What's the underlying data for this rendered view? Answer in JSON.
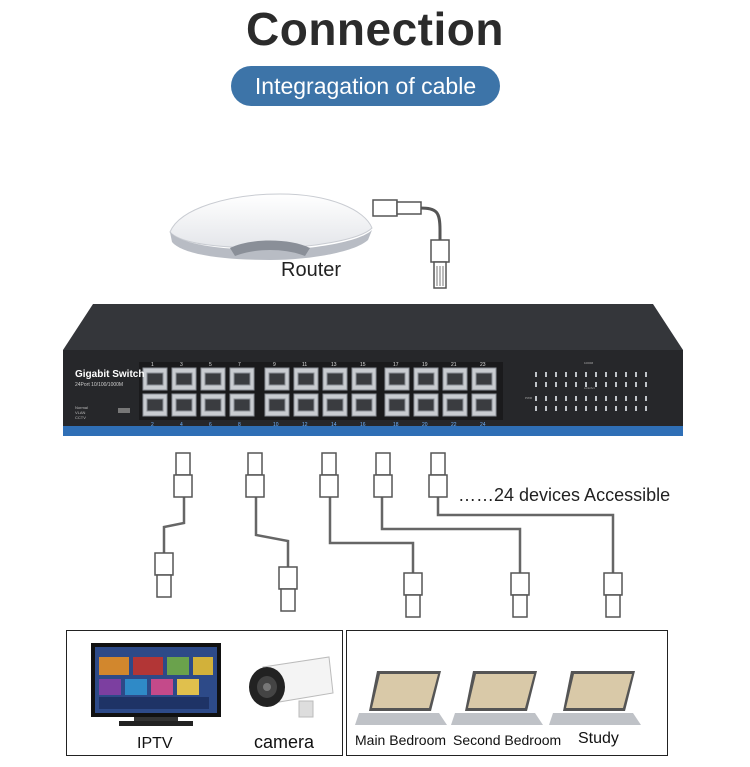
{
  "header": {
    "title": "Connection",
    "subtitle": "Integragation of cable"
  },
  "router": {
    "label": "Router"
  },
  "switch": {
    "name": "Gigabit Switch",
    "spec": "24Port 10/100/1000M",
    "modes": [
      "Normal",
      "VLAN",
      "CCTV"
    ],
    "top_port_numbers": [
      "1",
      "3",
      "5",
      "7",
      "9",
      "11",
      "13",
      "15",
      "17",
      "19",
      "21",
      "23"
    ],
    "bottom_port_numbers": [
      "2",
      "4",
      "6",
      "8",
      "10",
      "12",
      "14",
      "16",
      "18",
      "20",
      "22",
      "24"
    ],
    "led_header": "1000M",
    "led_mid": "Link/Act",
    "led_pwr": "PWR"
  },
  "note": "……24 devices Accessible",
  "devices": {
    "iptv": "IPTV",
    "camera": "camera",
    "main_bedroom": "Main Bedroom",
    "second_bedroom": "Second Bedroom",
    "study": "Study"
  },
  "colors": {
    "pill": "#3d74a8",
    "switch_body": "#2a2b2e",
    "switch_stripe": "#2f6fb6"
  }
}
